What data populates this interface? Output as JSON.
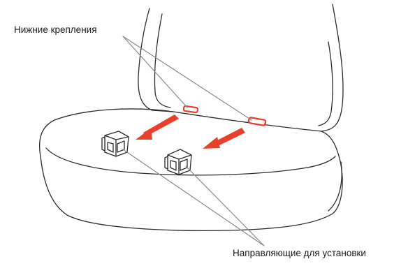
{
  "labels": {
    "lower_anchors": "Нижние крепления",
    "installation_guides": "Направляющие для установки"
  },
  "colors": {
    "outline": "#2b2b2b",
    "leader_line": "#8a8a8a",
    "arrow": "#e8402a",
    "anchor_highlight": "#e8402a",
    "background": "#ffffff"
  },
  "items": {
    "anchor_count": 2,
    "guide_count": 2,
    "arrow_count": 2
  }
}
